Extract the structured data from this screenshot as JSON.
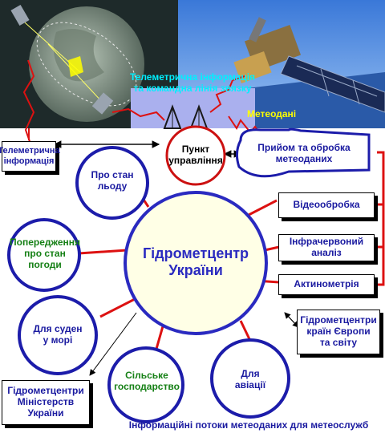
{
  "colors": {
    "circle_border": "#1c1caa",
    "circle_fill": "#ffffff",
    "center_fill": "#ffffe6",
    "center_border": "#2a2ac0",
    "control_border": "#cc1111",
    "connector_red": "#dd1111",
    "text_blue": "#1a1aa0",
    "text_green": "#168016",
    "text_cyan": "#00f0ff",
    "text_yellow": "#ffff00",
    "space_dark": "#1e2a2a",
    "sky_blue": "#5a8ee0",
    "band_lavender": "#aab0ee"
  },
  "banner": {
    "telemetry_line1": "Телеметрична інформація",
    "telemetry_line2": "та командна лінія звязку",
    "meteo_data": "Метеодані"
  },
  "control_point": {
    "line1": "Пункт",
    "line2": "управління"
  },
  "telemetry_box": {
    "line1": "Телеметрична",
    "line2": "інформація"
  },
  "receive_box": {
    "line1": "Прийом та обробка",
    "line2": "метеоданих"
  },
  "center": {
    "line1": "Гідрометцентр",
    "line2": "України"
  },
  "right_boxes": [
    {
      "line1": "Відеообробка",
      "line2": ""
    },
    {
      "line1": "Інфрачервоний",
      "line2": "аналіз"
    },
    {
      "line1": "Актинометрія",
      "line2": ""
    }
  ],
  "satellite_circles": {
    "ice": {
      "line1": "Про стан",
      "line2": "льоду"
    },
    "weather": {
      "line1": "Попередження",
      "line2": "про стан",
      "line3": "погоди"
    },
    "sea": {
      "line1": "Для суден",
      "line2": "у морі"
    },
    "agri": {
      "line1": "Сільське",
      "line2": "господарство"
    },
    "aviation": {
      "line1": "Для",
      "line2": "авіації"
    }
  },
  "ministry_box": {
    "line1": "Гідрометцентри",
    "line2": "Міністерств",
    "line3": "України"
  },
  "intl_box": {
    "line1": "Гідрометцентри",
    "line2": "країн Європи",
    "line3": "та світу"
  },
  "caption": "Інформаційні потоки метеоданих для метеослужб"
}
